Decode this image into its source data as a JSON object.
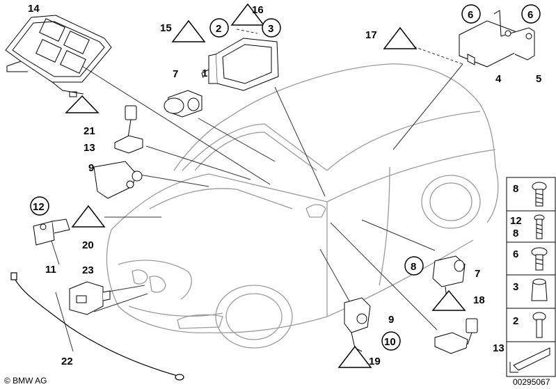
{
  "callouts": [
    "14",
    "16",
    "15",
    "2",
    "3",
    "7",
    "1",
    "17",
    "6",
    "6",
    "5",
    "4",
    "21",
    "13",
    "9",
    "12",
    "20",
    "11",
    "8",
    "7",
    "18",
    "23",
    "9",
    "10",
    "13",
    "19",
    "22"
  ],
  "legend": {
    "rows": [
      {
        "label": "8"
      },
      {
        "label": "12\n8"
      },
      {
        "label": "6"
      },
      {
        "label": "3"
      },
      {
        "label": "2"
      }
    ]
  },
  "footer": {
    "copyright": "© BMW AG",
    "drawing_number": "00295067"
  }
}
